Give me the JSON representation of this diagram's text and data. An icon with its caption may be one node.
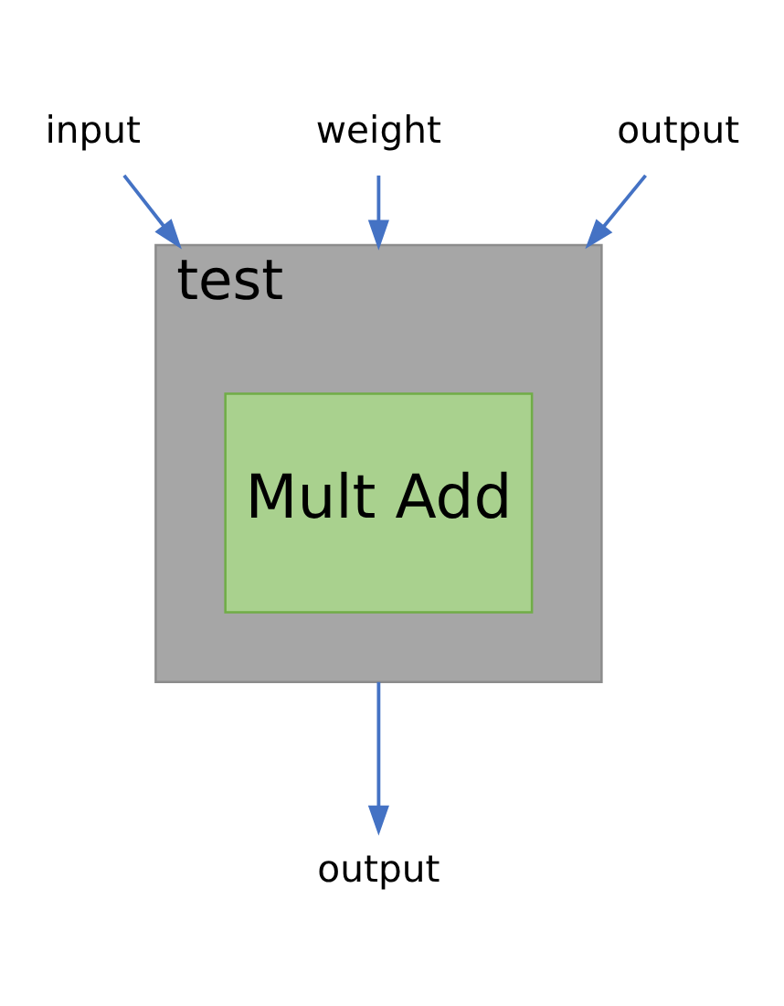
{
  "diagram": {
    "nodes": [
      {
        "text": [
          "test"
        ]
      },
      {
        "text": [
          "Mult Add"
        ],
        "in": 0
      },
      {
        "text": [
          "input"
        ]
      },
      {
        "text": [
          "weight"
        ]
      },
      {
        "text": [
          "output"
        ]
      },
      {
        "text": [
          "output"
        ]
      }
    ],
    "edges": [
      {
        "from": 2,
        "to": 0,
        "arrow": "to"
      },
      {
        "from": 3,
        "to": 0,
        "arrow": "to"
      },
      {
        "from": 4,
        "to": 0,
        "arrow": "to"
      },
      {
        "from": 0,
        "to": 5,
        "arrow": "to"
      }
    ]
  }
}
